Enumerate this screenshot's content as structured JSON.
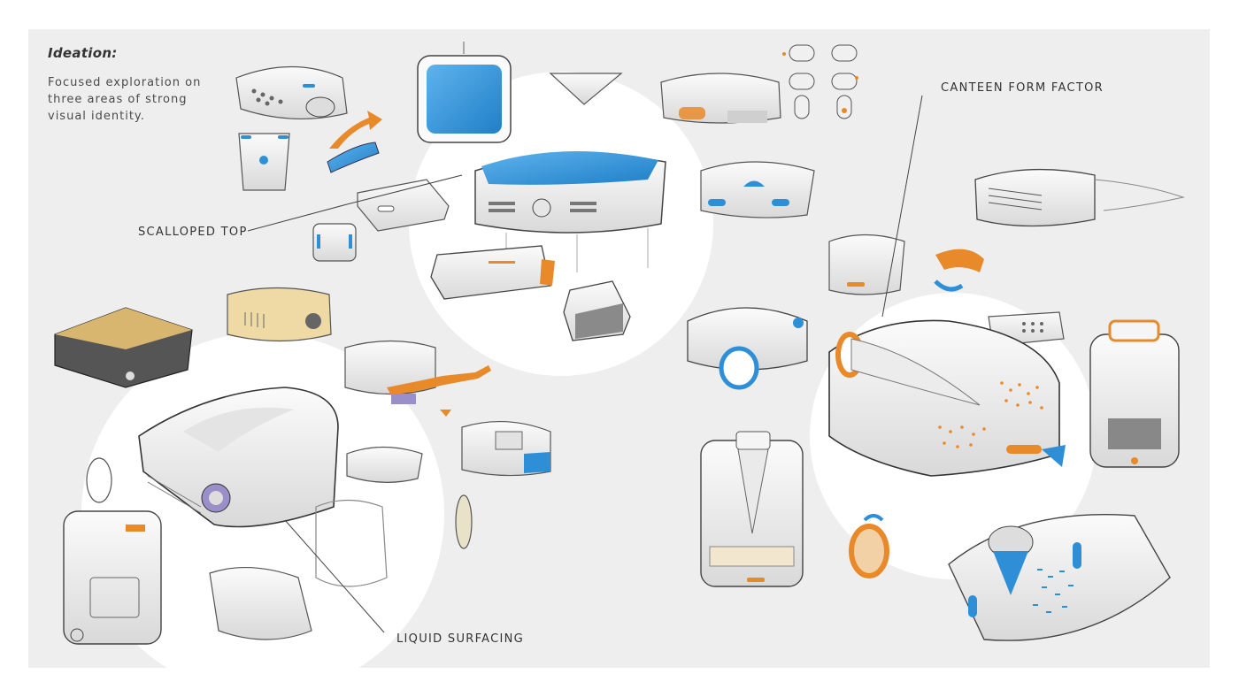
{
  "heading": {
    "title": "Ideation:",
    "description": "Focused exploration on three areas of strong visual identity."
  },
  "callouts": {
    "scalloped_top": "SCALLOPED TOP",
    "canteen_form_factor": "CANTEEN FORM FACTOR",
    "liquid_surfacing": "LIQUID SURFACING"
  },
  "palette": {
    "background": "#eeeeee",
    "highlight_circle": "#ffffff",
    "accent_blue": "#2f8fd6",
    "accent_orange": "#e8892a",
    "accent_gold": "#d9b670",
    "accent_purple": "#9b8fc9",
    "sketch_line": "#555555",
    "body_fill": "#f4f4f4"
  }
}
